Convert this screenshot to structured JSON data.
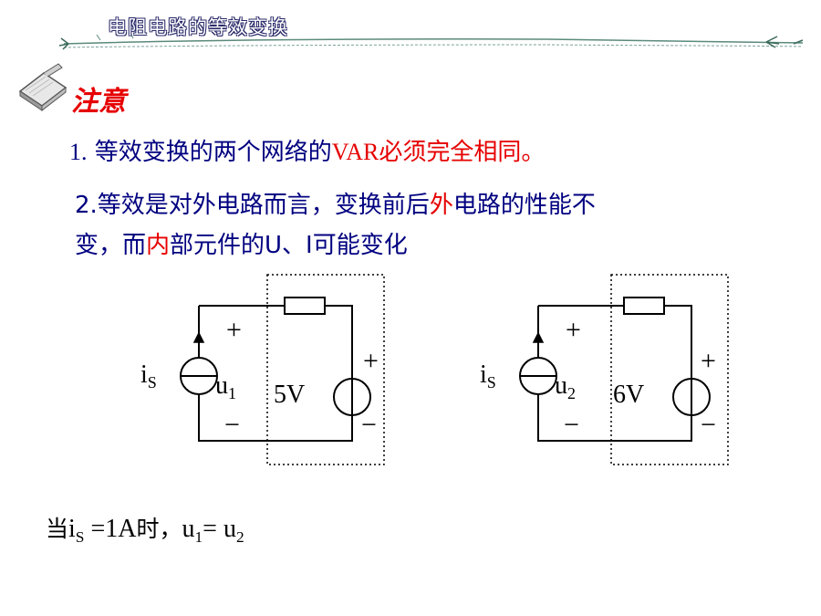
{
  "header": {
    "title": "电阻电路的等效变换"
  },
  "note": {
    "title": "注意"
  },
  "points": {
    "p1": {
      "num": "1.",
      "a": "等效变换的两个网络的",
      "var": "VAR",
      "b": "必须完全相同。"
    },
    "p2": {
      "a": "2.等效是对外电路而言，变换前后",
      "red1": "外",
      "b": "电路的性能不",
      "c": "变，而",
      "red2": "内",
      "d": "部元件的U、I可能变化"
    }
  },
  "circuits": [
    {
      "current_label": "i",
      "current_sub": "S",
      "voltage_label": "u",
      "voltage_sub": "1",
      "source_value": "5V",
      "plus": "+",
      "minus": "−"
    },
    {
      "current_label": "i",
      "current_sub": "S",
      "voltage_label": "u",
      "voltage_sub": "2",
      "source_value": "6V",
      "plus": "+",
      "minus": "−"
    }
  ],
  "bottom": {
    "prefix": "当",
    "i": "i",
    "i_sub": "S",
    "eq": " =1A",
    "time": "时，",
    "u1": "u",
    "u1_sub": "1",
    "equals": "= ",
    "u2": "u",
    "u2_sub": "2"
  },
  "colors": {
    "accent_red": "#e60000",
    "text_blue": "#000080",
    "header_outline": "#2b2b6b"
  }
}
